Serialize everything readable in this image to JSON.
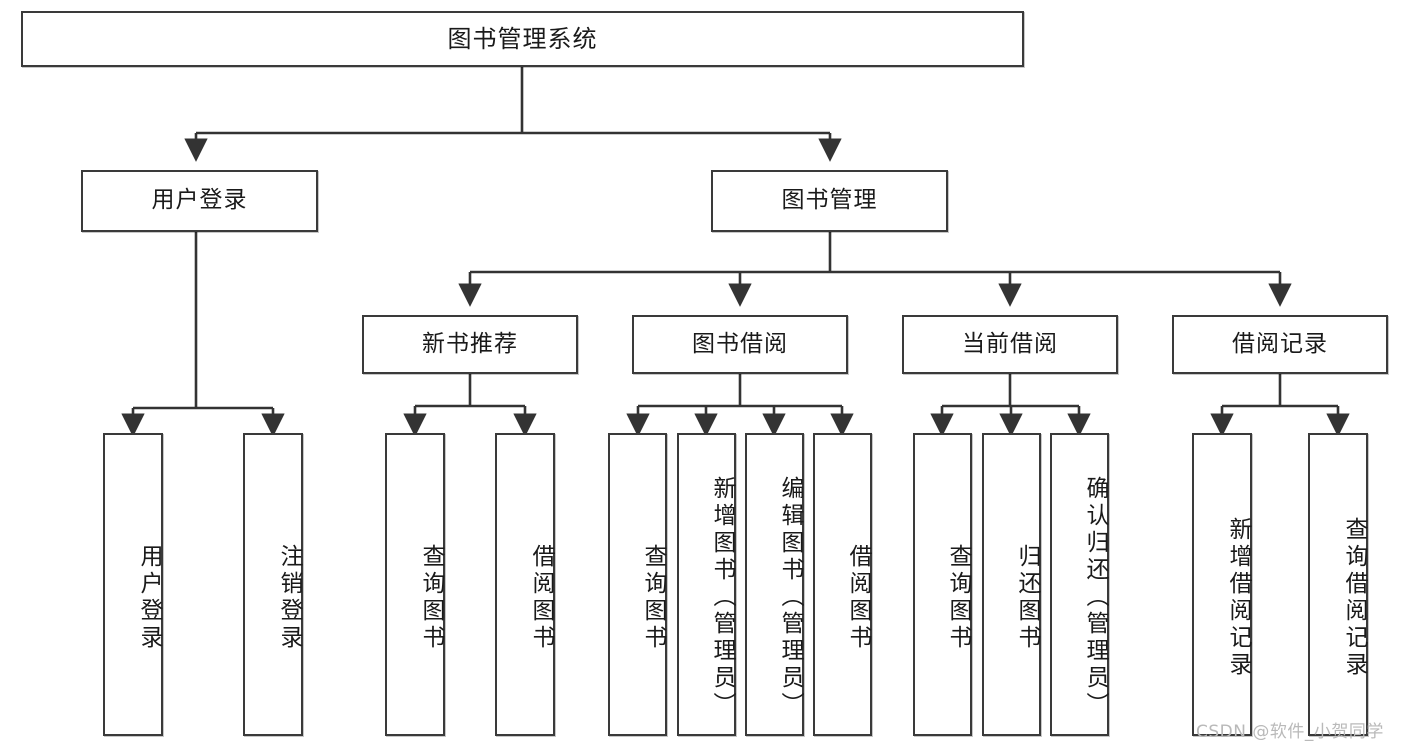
{
  "diagram": {
    "title": "图书管理系统",
    "type": "tree-hierarchy-diagram",
    "orientation": "top-down",
    "colors": {
      "box_border": "#3a3a3a",
      "box_fill": "#ffffff",
      "edge": "#333333",
      "text": "#1a1a1a",
      "watermark": "#b9b9b9"
    },
    "watermark": "CSDN @软件_小贺同学",
    "root": {
      "id": "root",
      "label": "图书管理系统"
    },
    "level2": [
      {
        "id": "user-login",
        "label": "用户登录"
      },
      {
        "id": "book-manage",
        "label": "图书管理"
      }
    ],
    "level3": [
      {
        "id": "new-book-recommend",
        "label": "新书推荐",
        "parent": "book-manage"
      },
      {
        "id": "book-borrow",
        "label": "图书借阅",
        "parent": "book-manage"
      },
      {
        "id": "current-borrow",
        "label": "当前借阅",
        "parent": "book-manage"
      },
      {
        "id": "borrow-record",
        "label": "借阅记录",
        "parent": "book-manage"
      }
    ],
    "leaves": [
      {
        "id": "leaf-user-login",
        "label": "用户登录",
        "parent": "user-login"
      },
      {
        "id": "leaf-user-logout",
        "label": "注销登录",
        "parent": "user-login"
      },
      {
        "id": "leaf-query-book-1",
        "label": "查询图书",
        "parent": "new-book-recommend"
      },
      {
        "id": "leaf-borrow-book-1",
        "label": "借阅图书",
        "parent": "new-book-recommend"
      },
      {
        "id": "leaf-query-book-2",
        "label": "查询图书",
        "parent": "book-borrow"
      },
      {
        "id": "leaf-add-book",
        "label": "新增图书（管理员）",
        "parent": "book-borrow"
      },
      {
        "id": "leaf-edit-book",
        "label": "编辑图书（管理员）",
        "parent": "book-borrow"
      },
      {
        "id": "leaf-borrow-book-2",
        "label": "借阅图书",
        "parent": "book-borrow"
      },
      {
        "id": "leaf-query-book-3",
        "label": "查询图书",
        "parent": "current-borrow"
      },
      {
        "id": "leaf-return-book",
        "label": "归还图书",
        "parent": "current-borrow"
      },
      {
        "id": "leaf-confirm-return",
        "label": "确认归还（管理员）",
        "parent": "current-borrow"
      },
      {
        "id": "leaf-add-record",
        "label": "新增借阅记录",
        "parent": "borrow-record"
      },
      {
        "id": "leaf-query-record",
        "label": "查询借阅记录",
        "parent": "borrow-record"
      }
    ]
  }
}
